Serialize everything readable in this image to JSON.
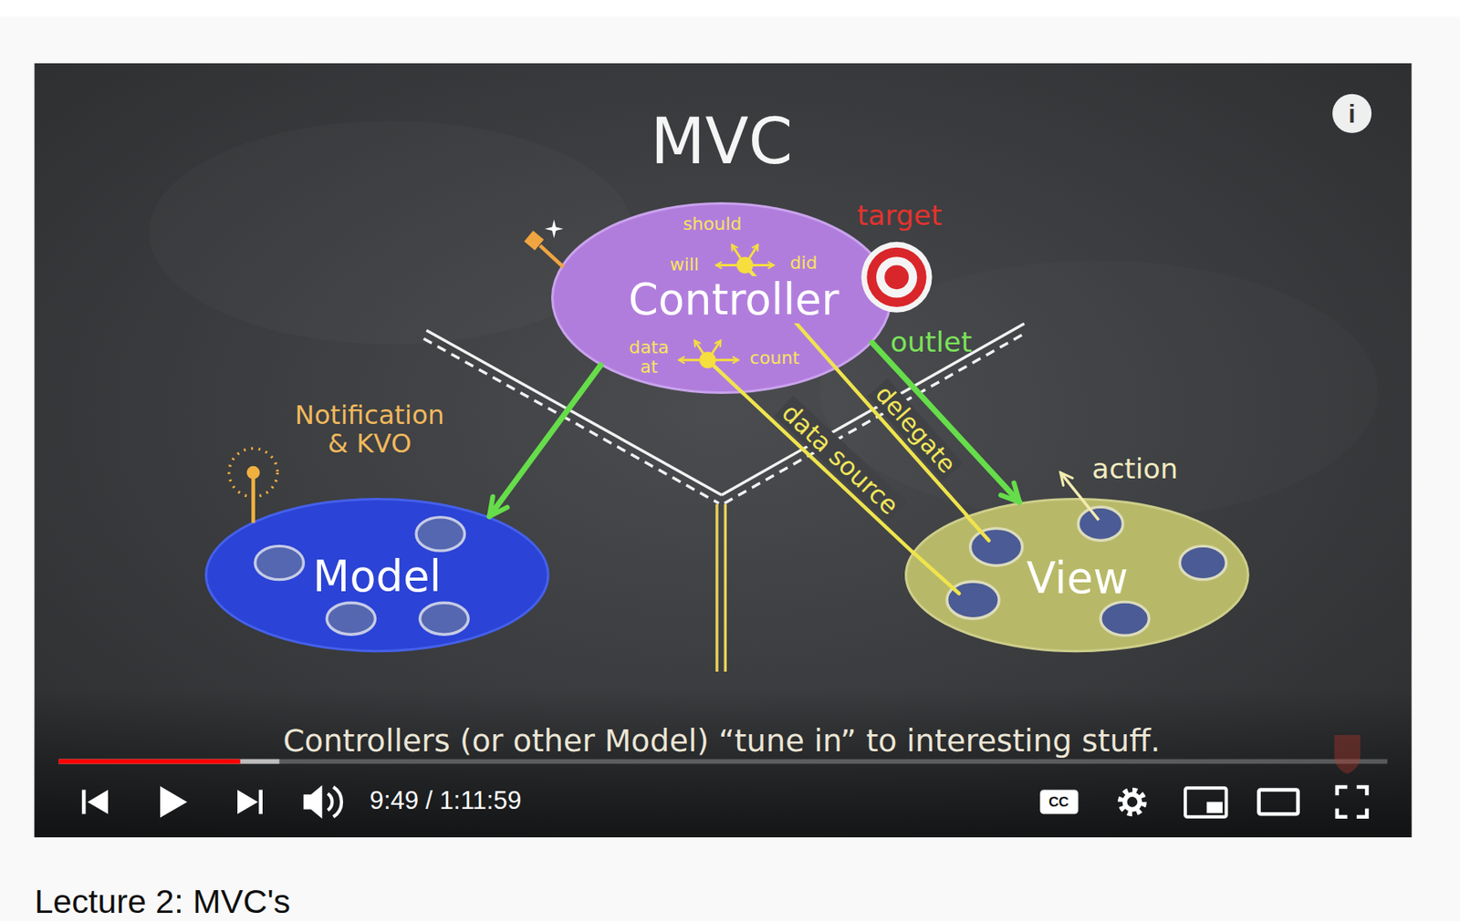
{
  "diagram": {
    "title": "MVC",
    "caption": "Controllers (or other Model) “tune in” to interesting stuff.",
    "nodes": [
      {
        "text": [
          "should",
          "will",
          "did",
          "Controller",
          "data at",
          "count"
        ]
      },
      {
        "text": [
          "Model"
        ]
      },
      {
        "text": [
          "View"
        ]
      }
    ],
    "edges": [
      {
        "from": 0,
        "to": 1,
        "arrow": "to"
      },
      {
        "from": 0,
        "to": 2,
        "arrow": "to",
        "label": "outlet"
      },
      {
        "from": 0,
        "to": 2,
        "arrow": "none",
        "label": "delegate"
      },
      {
        "from": 0,
        "to": 2,
        "arrow": "none",
        "label": "data source"
      }
    ],
    "labels": [
      "i",
      "target",
      "Notification & KVO",
      "action",
      "9:49 / 1:11:59",
      "CC",
      "Lecture 2: MVC's"
    ]
  }
}
